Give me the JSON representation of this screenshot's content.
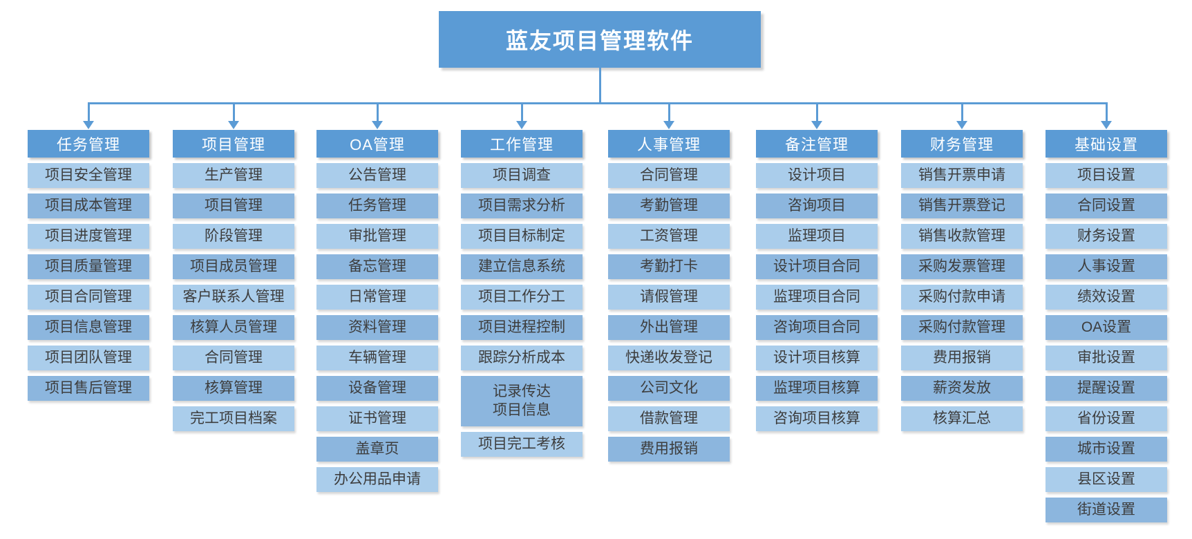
{
  "title": "蓝友项目管理软件",
  "colors": {
    "header_bg": "#5b9bd5",
    "header_text": "#ffffff",
    "item_light": "#aacdeb",
    "item_dark": "#8cb6de",
    "item_text": "#3d3d3d",
    "connector": "#5b9bd5",
    "background": "#ffffff"
  },
  "columns": [
    {
      "header": "任务管理",
      "items": [
        "项目安全管理",
        "项目成本管理",
        "项目进度管理",
        "项目质量管理",
        "项目合同管理",
        "项目信息管理",
        "项目团队管理",
        "项目售后管理"
      ]
    },
    {
      "header": "项目管理",
      "items": [
        "生产管理",
        "项目管理",
        "阶段管理",
        "项目成员管理",
        "客户联系人管理",
        "核算人员管理",
        "合同管理",
        "核算管理",
        "完工项目档案"
      ]
    },
    {
      "header": "OA管理",
      "items": [
        "公告管理",
        "任务管理",
        "审批管理",
        "备忘管理",
        "日常管理",
        "资料管理",
        "车辆管理",
        "设备管理",
        "证书管理",
        "盖章页",
        "办公用品申请"
      ]
    },
    {
      "header": "工作管理",
      "items": [
        "项目调查",
        "项目需求分析",
        "项目目标制定",
        "建立信息系统",
        "项目工作分工",
        "项目进程控制",
        "跟踪分析成本",
        "记录传达\n项目信息",
        "项目完工考核"
      ]
    },
    {
      "header": "人事管理",
      "items": [
        "合同管理",
        "考勤管理",
        "工资管理",
        "考勤打卡",
        "请假管理",
        "外出管理",
        "快递收发登记",
        "公司文化",
        "借款管理",
        "费用报销"
      ]
    },
    {
      "header": "备注管理",
      "items": [
        "设计项目",
        "咨询项目",
        "监理项目",
        "设计项目合同",
        "监理项目合同",
        "咨询项目合同",
        "设计项目核算",
        "监理项目核算",
        "咨询项目核算"
      ]
    },
    {
      "header": "财务管理",
      "items": [
        "销售开票申请",
        "销售开票登记",
        "销售收款管理",
        "采购发票管理",
        "采购付款申请",
        "采购付款管理",
        "费用报销",
        "薪资发放",
        "核算汇总"
      ]
    },
    {
      "header": "基础设置",
      "items": [
        "项目设置",
        "合同设置",
        "财务设置",
        "人事设置",
        "绩效设置",
        "OA设置",
        "审批设置",
        "提醒设置",
        "省份设置",
        "城市设置",
        "县区设置",
        "街道设置"
      ]
    }
  ]
}
